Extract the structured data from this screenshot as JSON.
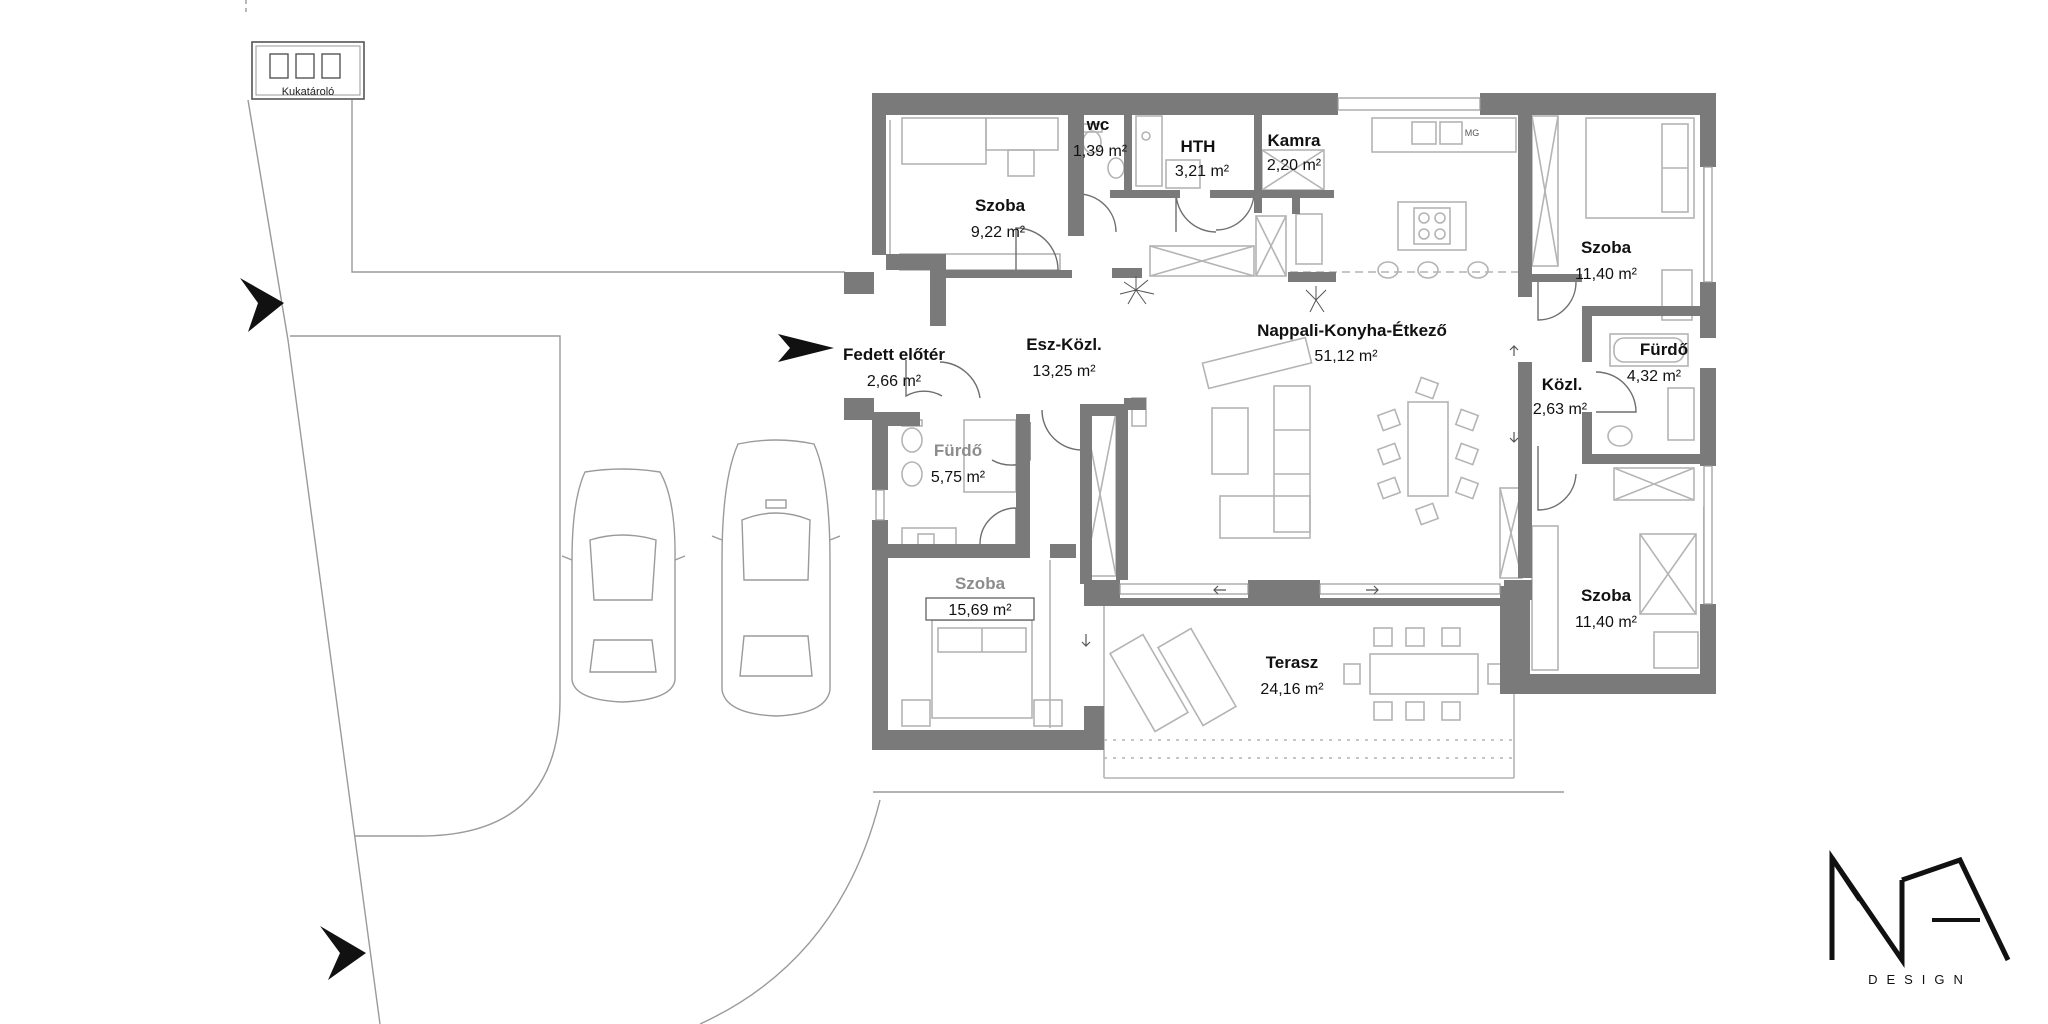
{
  "rooms": [
    {
      "id": "szoba-nw",
      "name": "Szoba",
      "area": "9,22 m²",
      "style": "b"
    },
    {
      "id": "wc",
      "name": "wc",
      "area": "1,39 m²",
      "style": "b"
    },
    {
      "id": "hth",
      "name": "HTH",
      "area": "3,21 m²",
      "style": "b"
    },
    {
      "id": "kamra",
      "name": "Kamra",
      "area": "2,20 m²",
      "style": "b"
    },
    {
      "id": "nappali",
      "name": "Nappali-Konyha-Étkező",
      "area": "51,12 m²",
      "style": "b"
    },
    {
      "id": "szoba-ne",
      "name": "Szoba",
      "area": "11,40 m²",
      "style": "b"
    },
    {
      "id": "furdo-e",
      "name": "Fürdő",
      "area": "4,32 m²",
      "style": "b"
    },
    {
      "id": "kozl",
      "name": "Közl.",
      "area": "2,63 m²",
      "style": "b"
    },
    {
      "id": "esz-kozl",
      "name": "Esz-Közl.",
      "area": "13,25 m²",
      "style": "b"
    },
    {
      "id": "fedett",
      "name": "Fedett előtér",
      "area": "2,66 m²",
      "style": "b"
    },
    {
      "id": "furdo-w",
      "name": "Fürdő",
      "area": "5,75 m²",
      "style": "g"
    },
    {
      "id": "szoba-sw",
      "name": "Szoba",
      "area": "15,69 m²",
      "style": "g"
    },
    {
      "id": "szoba-se",
      "name": "Szoba",
      "area": "11,40 m²",
      "style": "b"
    },
    {
      "id": "terasz",
      "name": "Terasz",
      "area": "24,16 m²",
      "style": "b"
    }
  ],
  "bin_storage": {
    "label": "Kukatároló"
  },
  "fridge": {
    "label": "MG"
  },
  "logo": {
    "mark": "NA",
    "subtitle": "DESIGN"
  },
  "colors": {
    "wall": "#7a7a7a",
    "furniture": "#b4b4b4",
    "text": "#111111",
    "muted": "#8c8c8c"
  }
}
